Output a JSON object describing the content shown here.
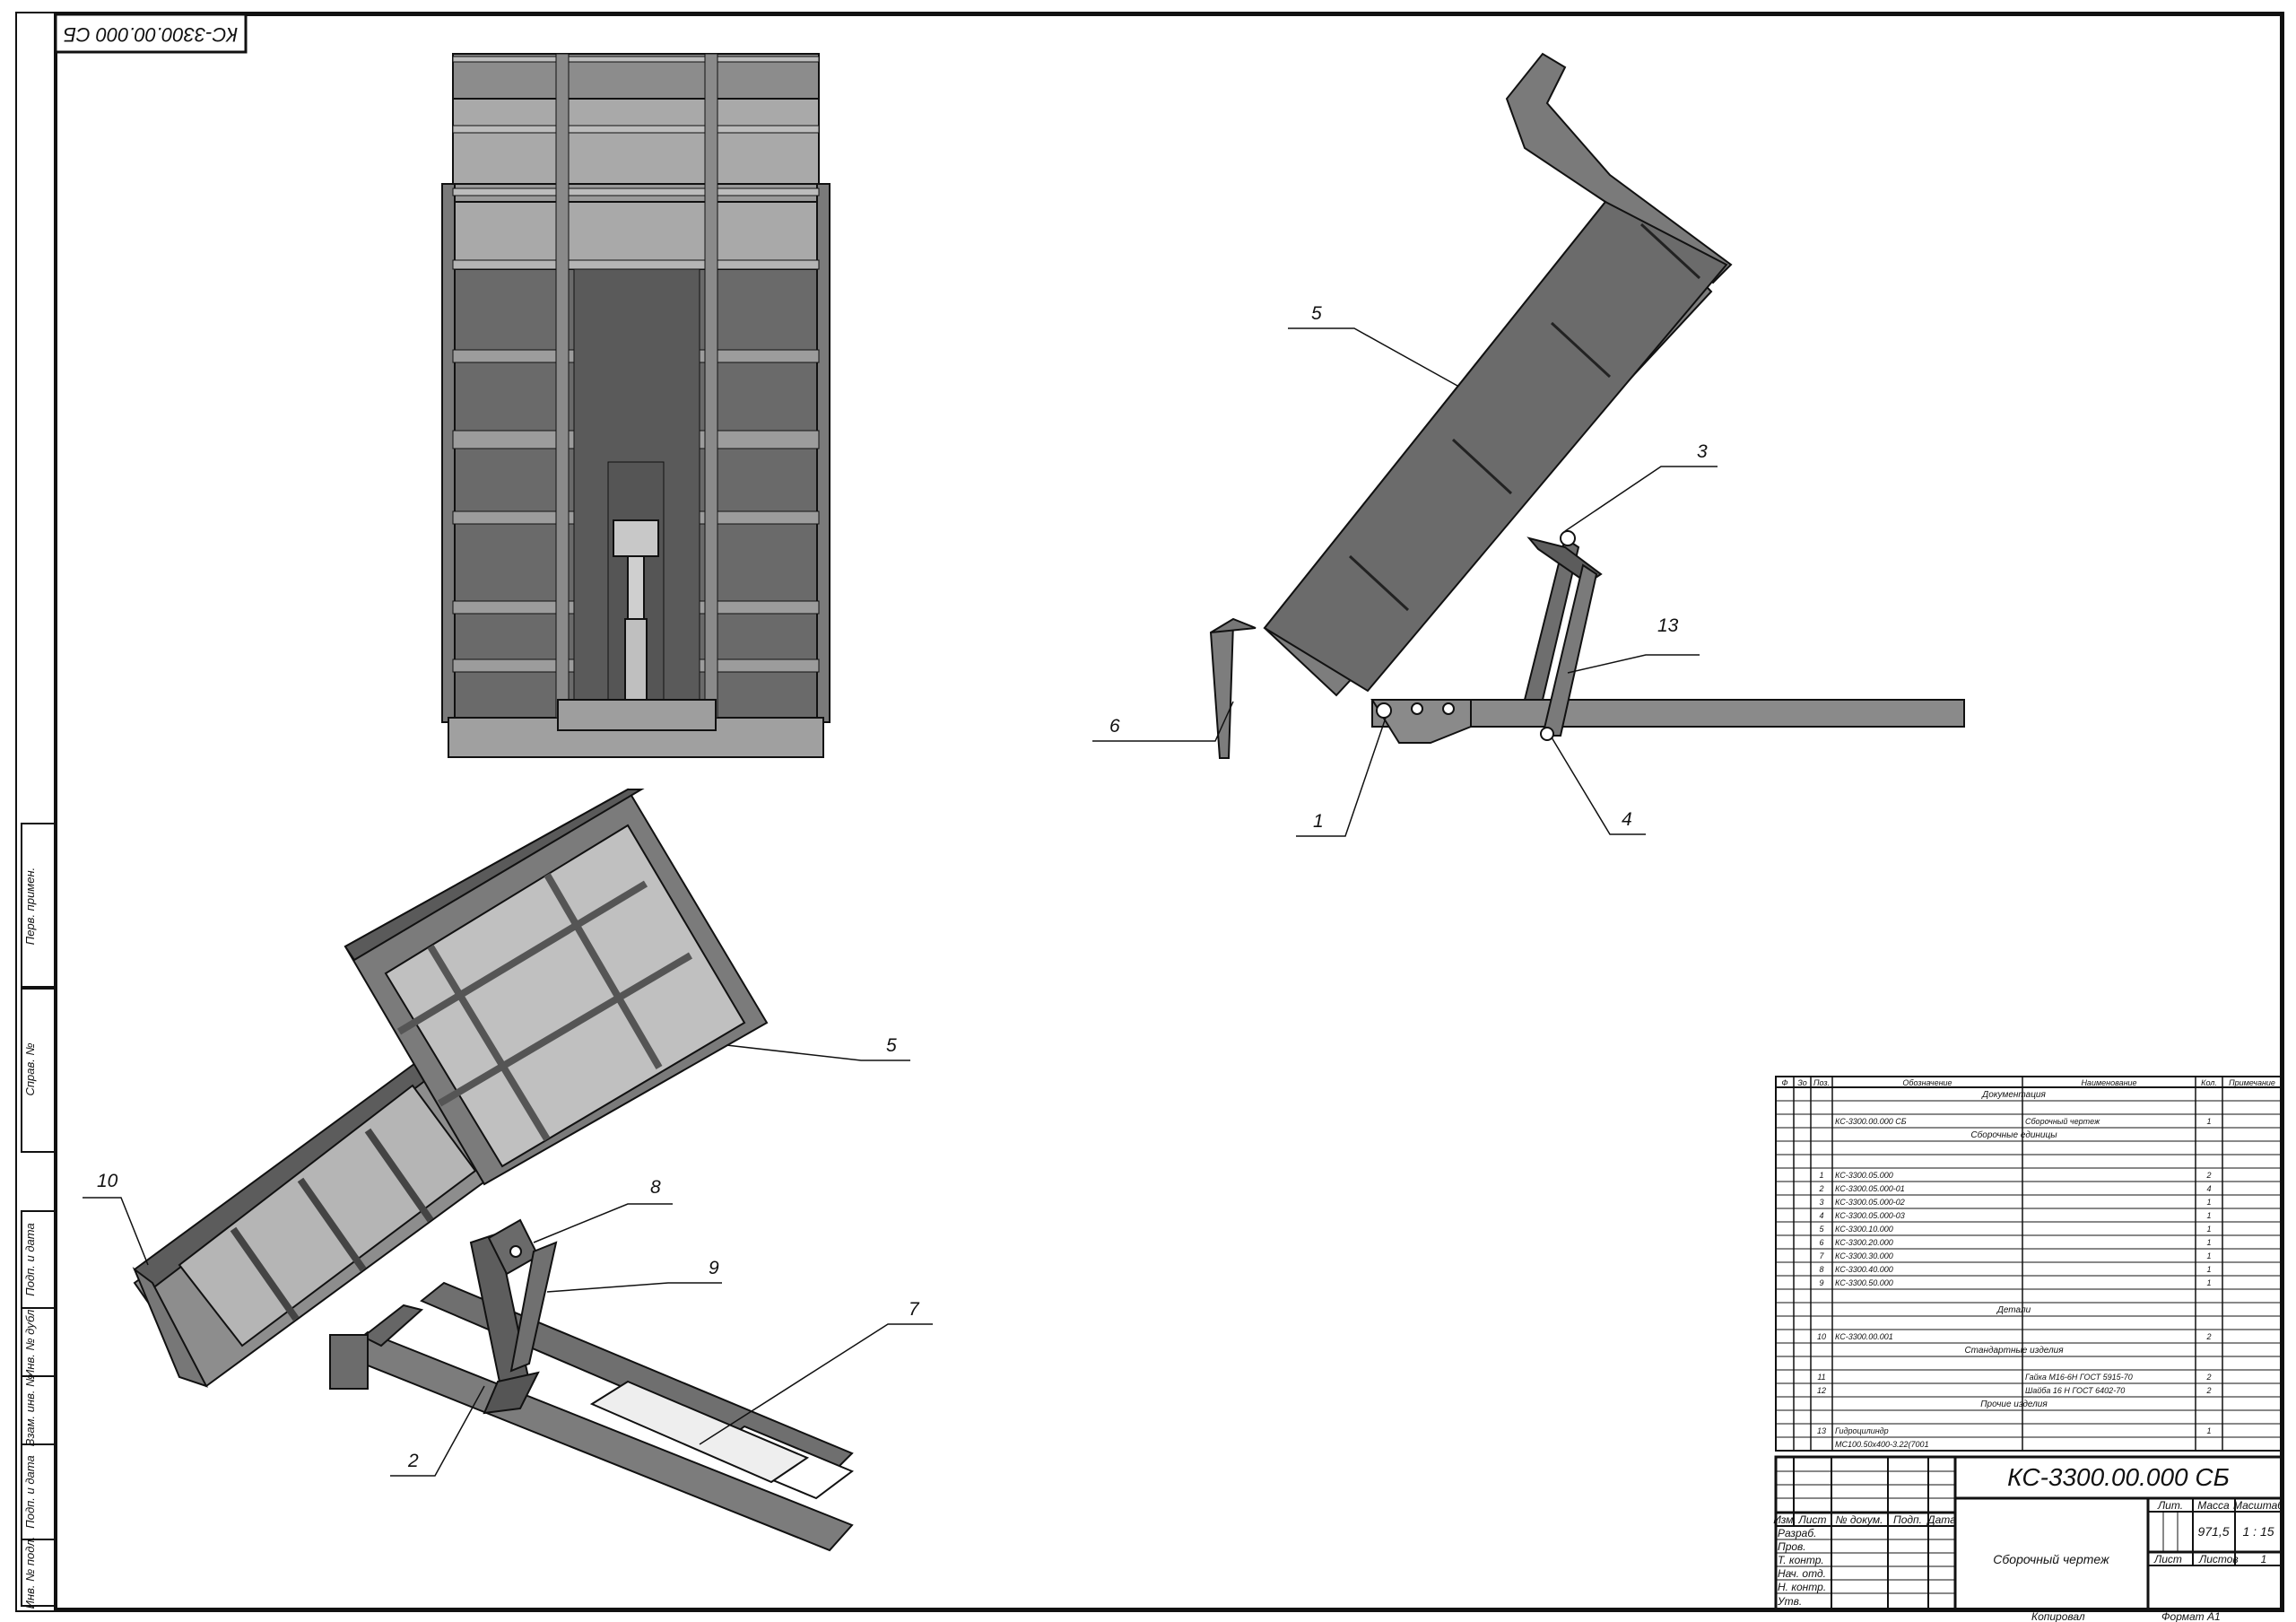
{
  "drawing": {
    "corner_code": "КС-3300.00.000 СБ",
    "left_strip": [
      "Перв. примен.",
      "Справ. №",
      "Подп. и дата",
      "Инв. № дубл.",
      "Взам. инв. №",
      "Подп. и дата",
      "Инв. № подл."
    ],
    "leaders": {
      "top_right": [
        "5",
        "3",
        "13",
        "6",
        "1",
        "4"
      ],
      "bottom_left": [
        "5",
        "8",
        "9",
        "10",
        "7",
        "2"
      ]
    }
  },
  "spec": {
    "headers": [
      "Ф",
      "Зо",
      "Поз.",
      "Обозначение",
      "Наименование",
      "Кол.",
      "Примечание"
    ],
    "rows": [
      {
        "pos": "",
        "code": "",
        "name": "Документация",
        "qty": "",
        "section": true
      },
      {
        "pos": "",
        "code": "",
        "name": "",
        "qty": ""
      },
      {
        "pos": "",
        "code": "КС-3300.00.000 СБ",
        "name": "Сборочный чертеж",
        "qty": "1"
      },
      {
        "pos": "",
        "code": "",
        "name": "Сборочные единицы",
        "qty": "",
        "section": true
      },
      {
        "pos": "",
        "code": "",
        "name": "",
        "qty": ""
      },
      {
        "pos": "",
        "code": "",
        "name": "",
        "qty": ""
      },
      {
        "pos": "1",
        "code": "КС-3300.05.000",
        "name": "",
        "qty": "2"
      },
      {
        "pos": "2",
        "code": "КС-3300.05.000-01",
        "name": "",
        "qty": "4"
      },
      {
        "pos": "3",
        "code": "КС-3300.05.000-02",
        "name": "",
        "qty": "1"
      },
      {
        "pos": "4",
        "code": "КС-3300.05.000-03",
        "name": "",
        "qty": "1"
      },
      {
        "pos": "5",
        "code": "КС-3300.10.000",
        "name": "",
        "qty": "1"
      },
      {
        "pos": "6",
        "code": "КС-3300.20.000",
        "name": "",
        "qty": "1"
      },
      {
        "pos": "7",
        "code": "КС-3300.30.000",
        "name": "",
        "qty": "1"
      },
      {
        "pos": "8",
        "code": "КС-3300.40.000",
        "name": "",
        "qty": "1"
      },
      {
        "pos": "9",
        "code": "КС-3300.50.000",
        "name": "",
        "qty": "1"
      },
      {
        "pos": "",
        "code": "",
        "name": "",
        "qty": ""
      },
      {
        "pos": "",
        "code": "",
        "name": "Детали",
        "qty": "",
        "section": true
      },
      {
        "pos": "",
        "code": "",
        "name": "",
        "qty": ""
      },
      {
        "pos": "10",
        "code": "КС-3300.00.001",
        "name": "",
        "qty": "2"
      },
      {
        "pos": "",
        "code": "",
        "name": "Стандартные изделия",
        "qty": "",
        "section": true
      },
      {
        "pos": "",
        "code": "",
        "name": "",
        "qty": ""
      },
      {
        "pos": "11",
        "code": "",
        "name": "Гайка М16-6Н ГОСТ 5915-70",
        "qty": "2"
      },
      {
        "pos": "12",
        "code": "",
        "name": "Шайба 16 Н ГОСТ 6402-70",
        "qty": "2"
      },
      {
        "pos": "",
        "code": "",
        "name": "Прочие изделия",
        "qty": "",
        "section": true
      },
      {
        "pos": "",
        "code": "",
        "name": "",
        "qty": ""
      },
      {
        "pos": "13",
        "code": "Гидроцилиндр",
        "name": "",
        "qty": "1"
      },
      {
        "pos": "",
        "code": "МС100.50х400-3.22(7001",
        "name": "",
        "qty": ""
      }
    ]
  },
  "title_block": {
    "doc_code": "КС-3300.00.000 СБ",
    "doc_name": "Сборочный чертеж",
    "col_headers": [
      "Изм.",
      "Лист",
      "№ докум.",
      "Подп.",
      "Дата"
    ],
    "roles": [
      "Разраб.",
      "Пров.",
      "Т. контр.",
      "Нач. отд.",
      "Н. контр.",
      "Утв."
    ],
    "lit_label": "Лит.",
    "mass_label": "Масса",
    "scale_label": "Масштаб",
    "mass": "971,5",
    "scale": "1 : 15",
    "sheet_label": "Лист",
    "sheets_label": "Листов",
    "sheets": "1",
    "copied": "Копировал",
    "format": "Формат А1"
  }
}
